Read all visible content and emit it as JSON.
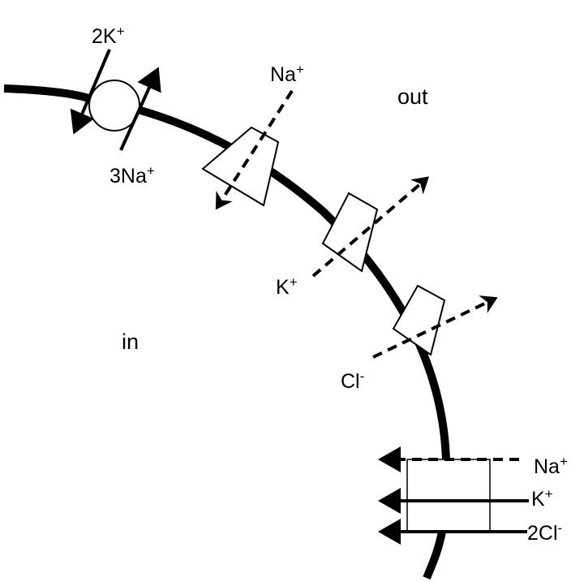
{
  "regions": {
    "out": "out",
    "in": "in"
  },
  "pump": {
    "k_label": "2K",
    "k_sup": "+",
    "na_label": "3Na",
    "na_sup": "+"
  },
  "na_channel": {
    "label": "Na",
    "sup": "+"
  },
  "k_channel": {
    "label": "K",
    "sup": "+"
  },
  "cl_channel": {
    "label": "Cl",
    "sup": "-"
  },
  "cotransporter": {
    "na_label": "Na",
    "na_sup": "+",
    "k_label": "K",
    "k_sup": "+",
    "cl_label": "2Cl",
    "cl_sup": "-"
  }
}
